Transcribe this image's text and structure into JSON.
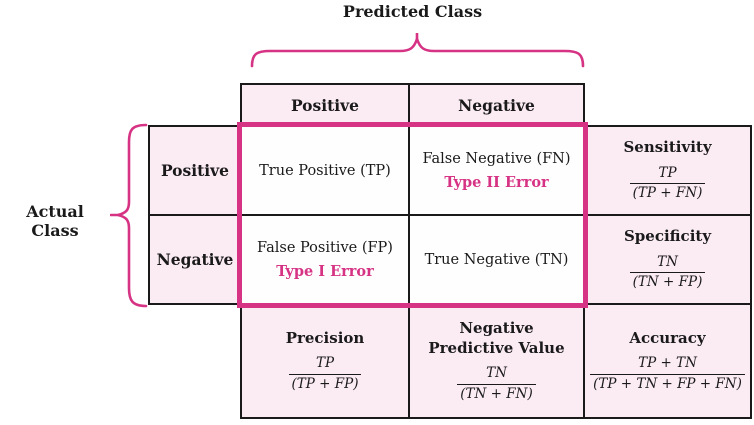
{
  "colors": {
    "accent": "#d63384",
    "light_pink": "#fbebf3",
    "cell_white": "#fffeff",
    "ink": "#1a1a1a"
  },
  "axis_titles": {
    "predicted": "Predicted Class",
    "actual": "Actual Class"
  },
  "predicted_headers": {
    "positive": "Positive",
    "negative": "Negative"
  },
  "actual_headers": {
    "positive": "Positive",
    "negative": "Negative"
  },
  "matrix_cells": {
    "tp": {
      "label": "True Positive (TP)",
      "error": ""
    },
    "fn": {
      "label": "False Negative (FN)",
      "error": "Type II Error"
    },
    "fp": {
      "label": "False Positive (FP)",
      "error": "Type I Error"
    },
    "tn": {
      "label": "True Negative (TN)",
      "error": ""
    }
  },
  "metrics": {
    "sensitivity": {
      "name": "Sensitivity",
      "numerator": "TP",
      "denominator": "(TP + FN)"
    },
    "specificity": {
      "name": "Specificity",
      "numerator": "TN",
      "denominator": "(TN + FP)"
    },
    "precision": {
      "name": "Precision",
      "numerator": "TP",
      "denominator": "(TP + FP)"
    },
    "npv": {
      "name": "Negative Predictive Value",
      "numerator": "TN",
      "denominator": "(TN + FN)"
    },
    "accuracy": {
      "name": "Accuracy",
      "numerator": "TP + TN",
      "denominator": "(TP + TN + FP + FN)"
    }
  }
}
